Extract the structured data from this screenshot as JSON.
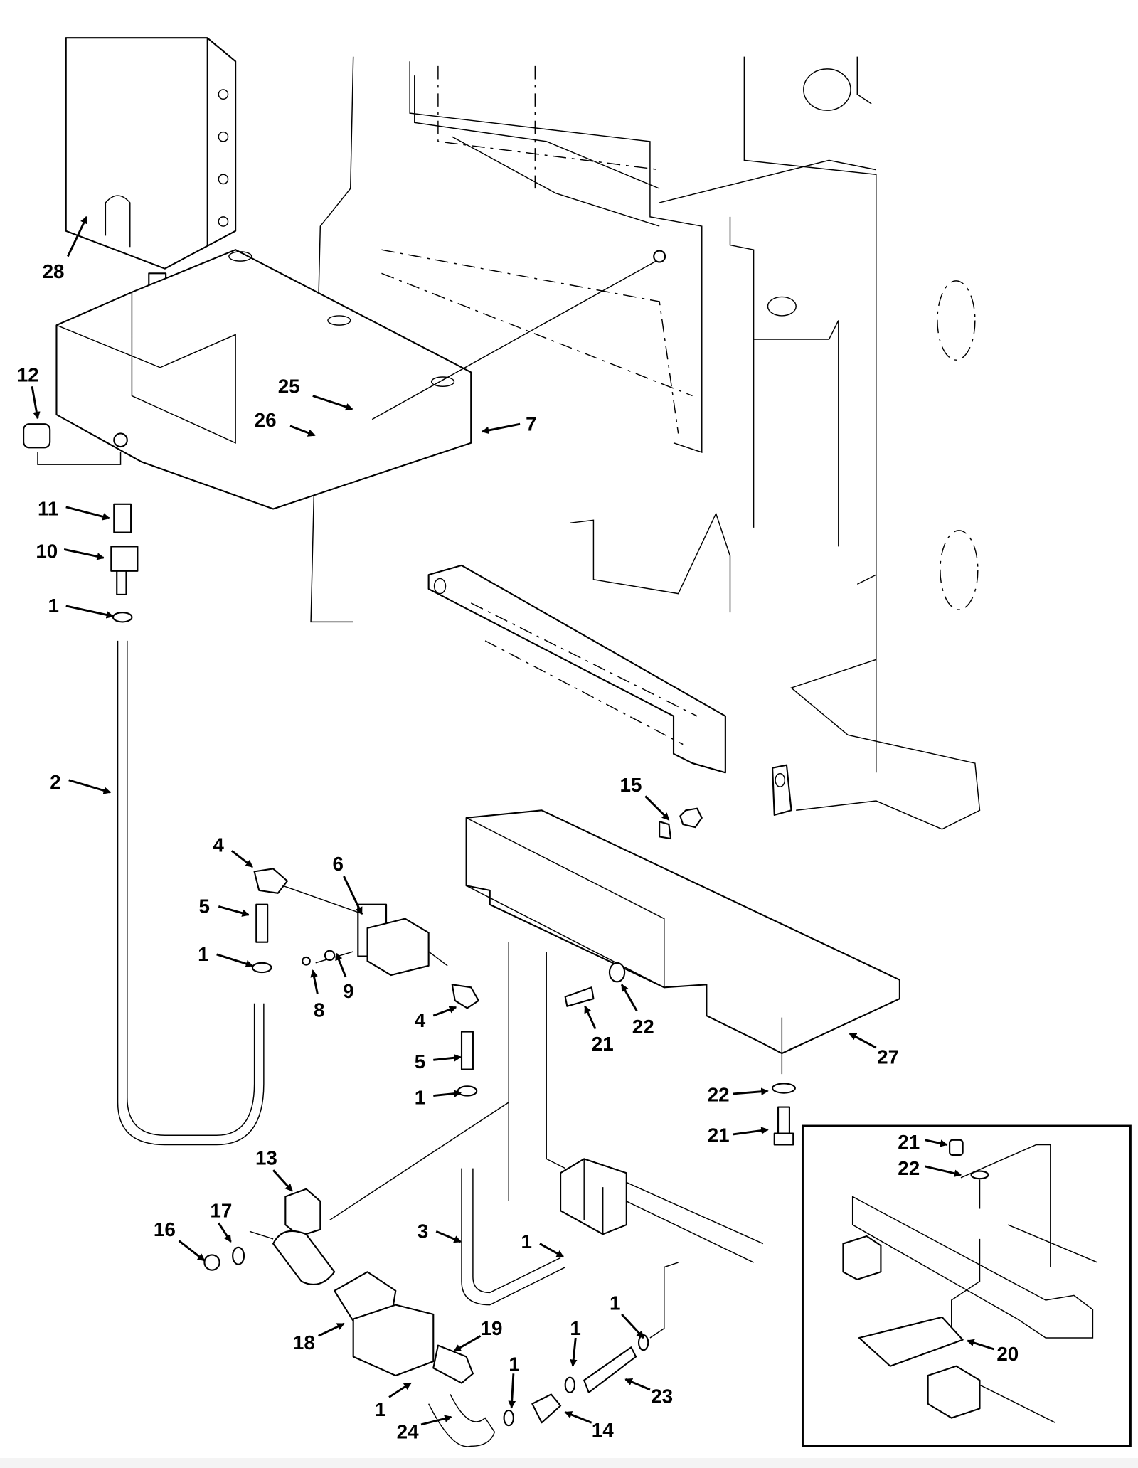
{
  "callouts": [
    "28",
    "12",
    "25",
    "26",
    "7",
    "11",
    "10",
    "1",
    "2",
    "15",
    "4",
    "6",
    "5",
    "1",
    "8",
    "9",
    "4",
    "21",
    "22",
    "27",
    "5",
    "1",
    "22",
    "21",
    "13",
    "17",
    "16",
    "3",
    "1",
    "18",
    "19",
    "1",
    "1",
    "1",
    "1",
    "23",
    "14",
    "24"
  ],
  "inset_callouts": [
    "21",
    "22",
    "20"
  ]
}
